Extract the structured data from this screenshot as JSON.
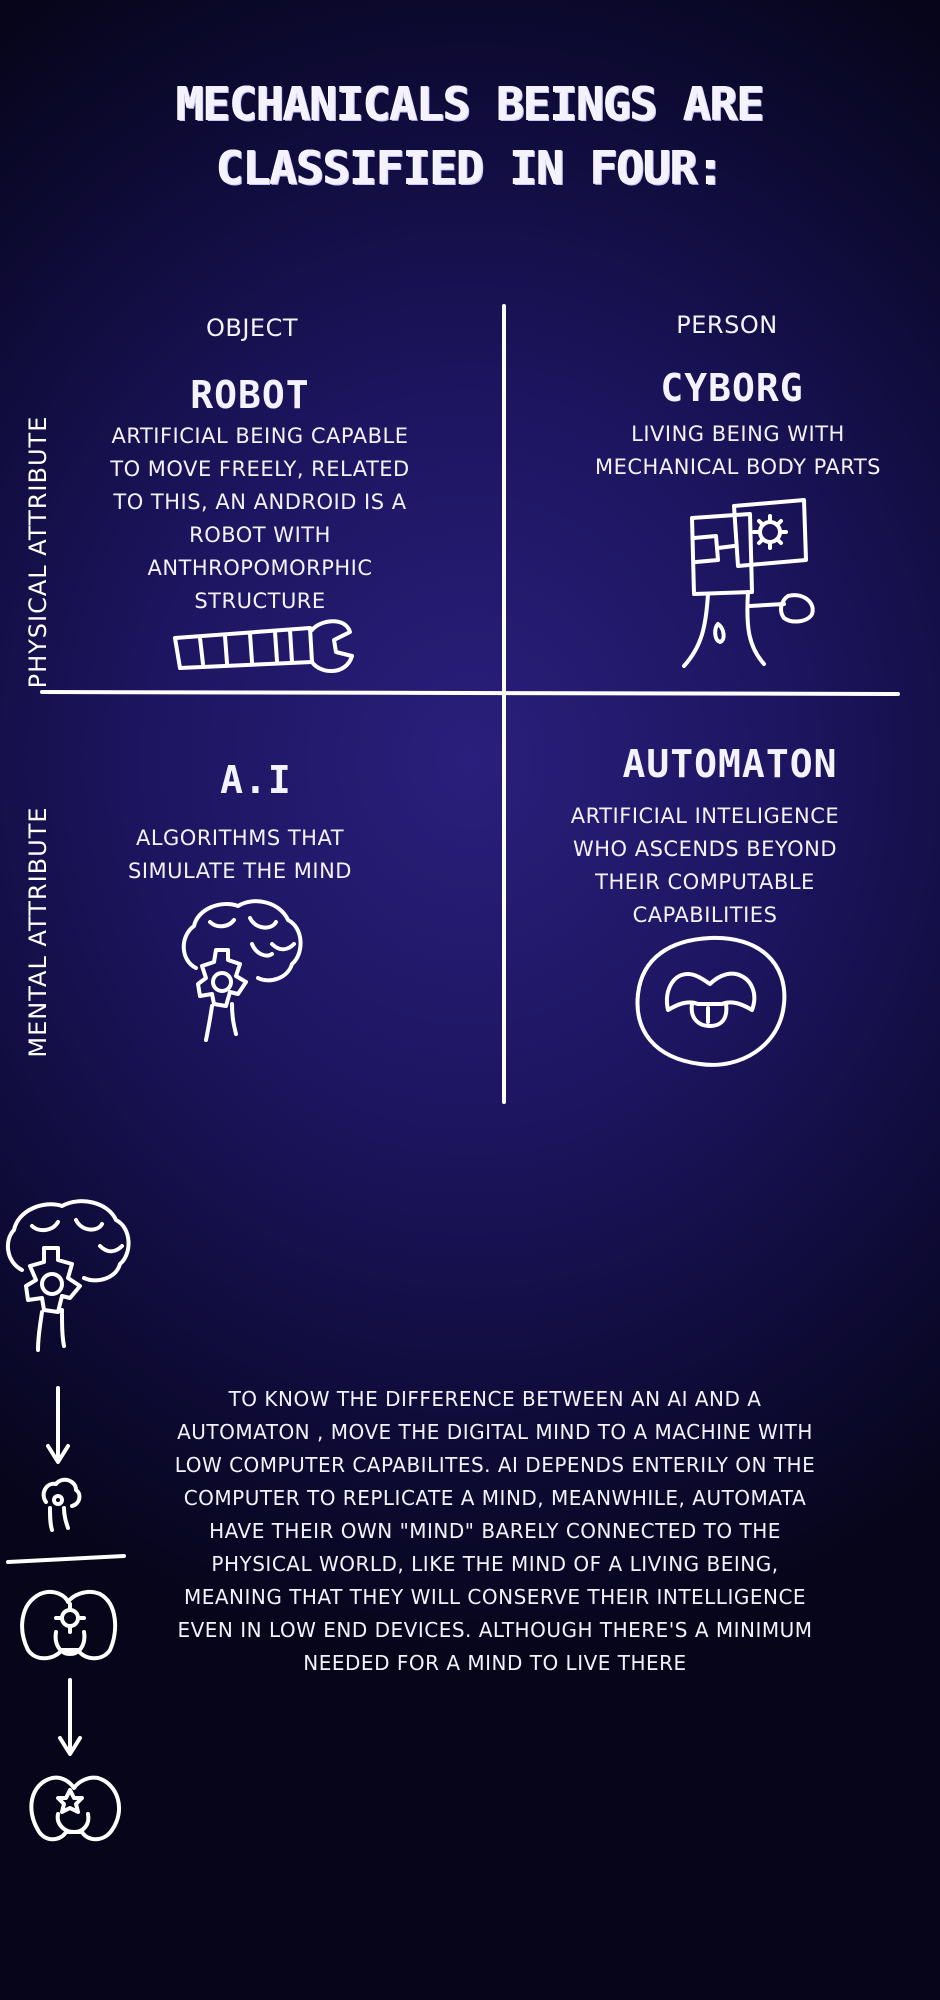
{
  "title": "MECHANICALS BEINGS ARE CLASSIFIED IN FOUR:",
  "axes": {
    "column_left": "OBJECT",
    "column_right": "PERSON",
    "row_top": "PHYSICAL ATTRIBUTE",
    "row_bottom": "MENTAL ATTRIBUTE"
  },
  "quadrants": {
    "robot": {
      "name": "ROBOT",
      "description": "ARTIFICIAL BEING CAPABLE TO MOVE FREELY, RELATED TO THIS, AN ANDROID IS A ROBOT WITH ANTHROPOMORPHIC STRUCTURE",
      "icon": "robot-arm-icon"
    },
    "cyborg": {
      "name": "CYBORG",
      "description": "LIVING BEING WITH MECHANICAL BODY PARTS",
      "icon": "cyborg-icon"
    },
    "ai": {
      "name": "A.I",
      "description": "ALGORITHMS THAT SIMULATE THE MIND",
      "icon": "brain-gear-icon"
    },
    "automaton": {
      "name": "AUTOMATON",
      "description": "ARTIFICIAL INTELIGENCE WHO ASCENDS BEYOND THEIR COMPUTABLE CAPABILITIES",
      "icon": "automaton-mind-icon"
    }
  },
  "explanation": "TO KNOW THE DIFFERENCE BETWEEN AN AI AND A AUTOMATON , MOVE THE DIGITAL MIND TO A MACHINE WITH LOW COMPUTER CAPABILITES. AI DEPENDS ENTERILY ON THE COMPUTER TO REPLICATE A MIND, MEANWHILE, AUTOMATA HAVE THEIR OWN \"MIND\" BARELY CONNECTED TO THE PHYSICAL WORLD, LIKE THE MIND OF A LIVING BEING, MEANING THAT THEY WILL CONSERVE THEIR INTELLIGENCE EVEN IN LOW END DEVICES. ALTHOUGH THERE'S A MINIMUM NEEDED FOR A MIND TO LIVE THERE",
  "diagram_icons": [
    "large-brain-gear-icon",
    "down-arrow-icon",
    "small-brain-gear-icon",
    "divider-line",
    "automaton-large-icon",
    "down-arrow-icon",
    "automaton-small-icon"
  ],
  "colors": {
    "background_center": "#2a1f7c",
    "background_edge": "#06051a",
    "ink": "#ffffff"
  }
}
